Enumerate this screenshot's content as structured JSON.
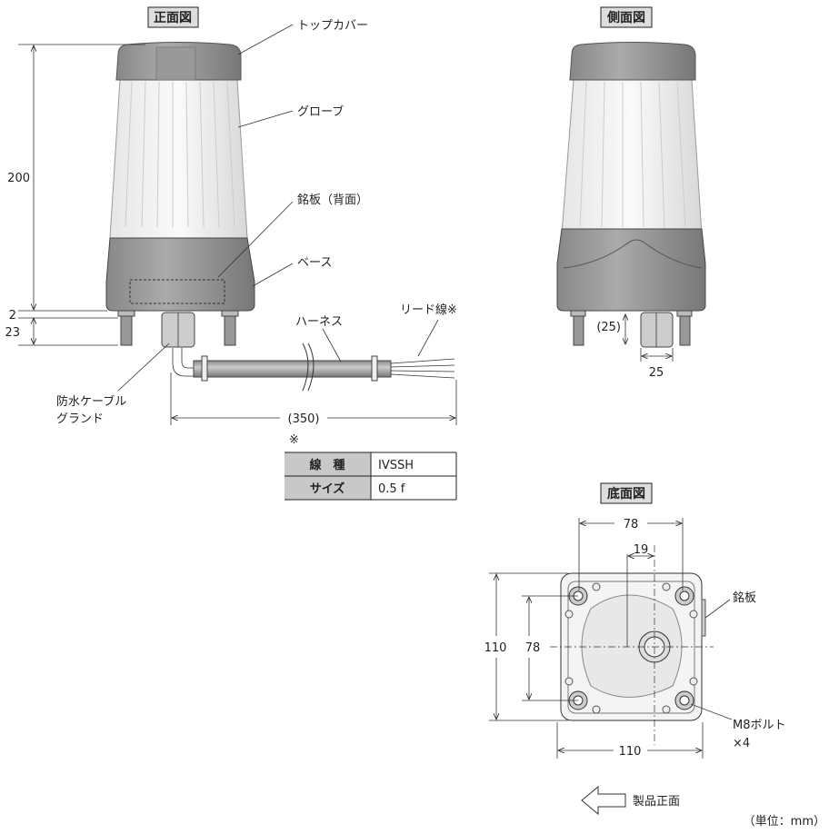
{
  "views": {
    "front": "正面図",
    "side": "側面図",
    "bottom": "底面図"
  },
  "front_labels": {
    "top_cover": "トップカバー",
    "globe": "グローブ",
    "nameplate_back": "銘板（背面）",
    "base": "ベース",
    "lead_wire": "リード線※",
    "harness": "ハーネス",
    "gland_line1": "防水ケーブル",
    "gland_line2": "グランド"
  },
  "front_dims": {
    "height": "200",
    "gap": "2",
    "bolt": "23",
    "cable": "(350)"
  },
  "side_dims": {
    "gland_height": "(25)",
    "gland_width": "25"
  },
  "note_mark": "※",
  "spec_table": {
    "rows": [
      {
        "label": "線　種",
        "value": "IVSSH"
      },
      {
        "label": "サイズ",
        "value": "0.5 f"
      }
    ]
  },
  "bottom_labels": {
    "nameplate": "銘板",
    "bolt_line1": "M8ボルト",
    "bolt_line2": "×4"
  },
  "bottom_dims": {
    "top_width": "78",
    "offset": "19",
    "left_outer": "110",
    "left_inner": "78",
    "bottom_width": "110"
  },
  "product_front": "製品正面",
  "unit": "（単位：mm）"
}
